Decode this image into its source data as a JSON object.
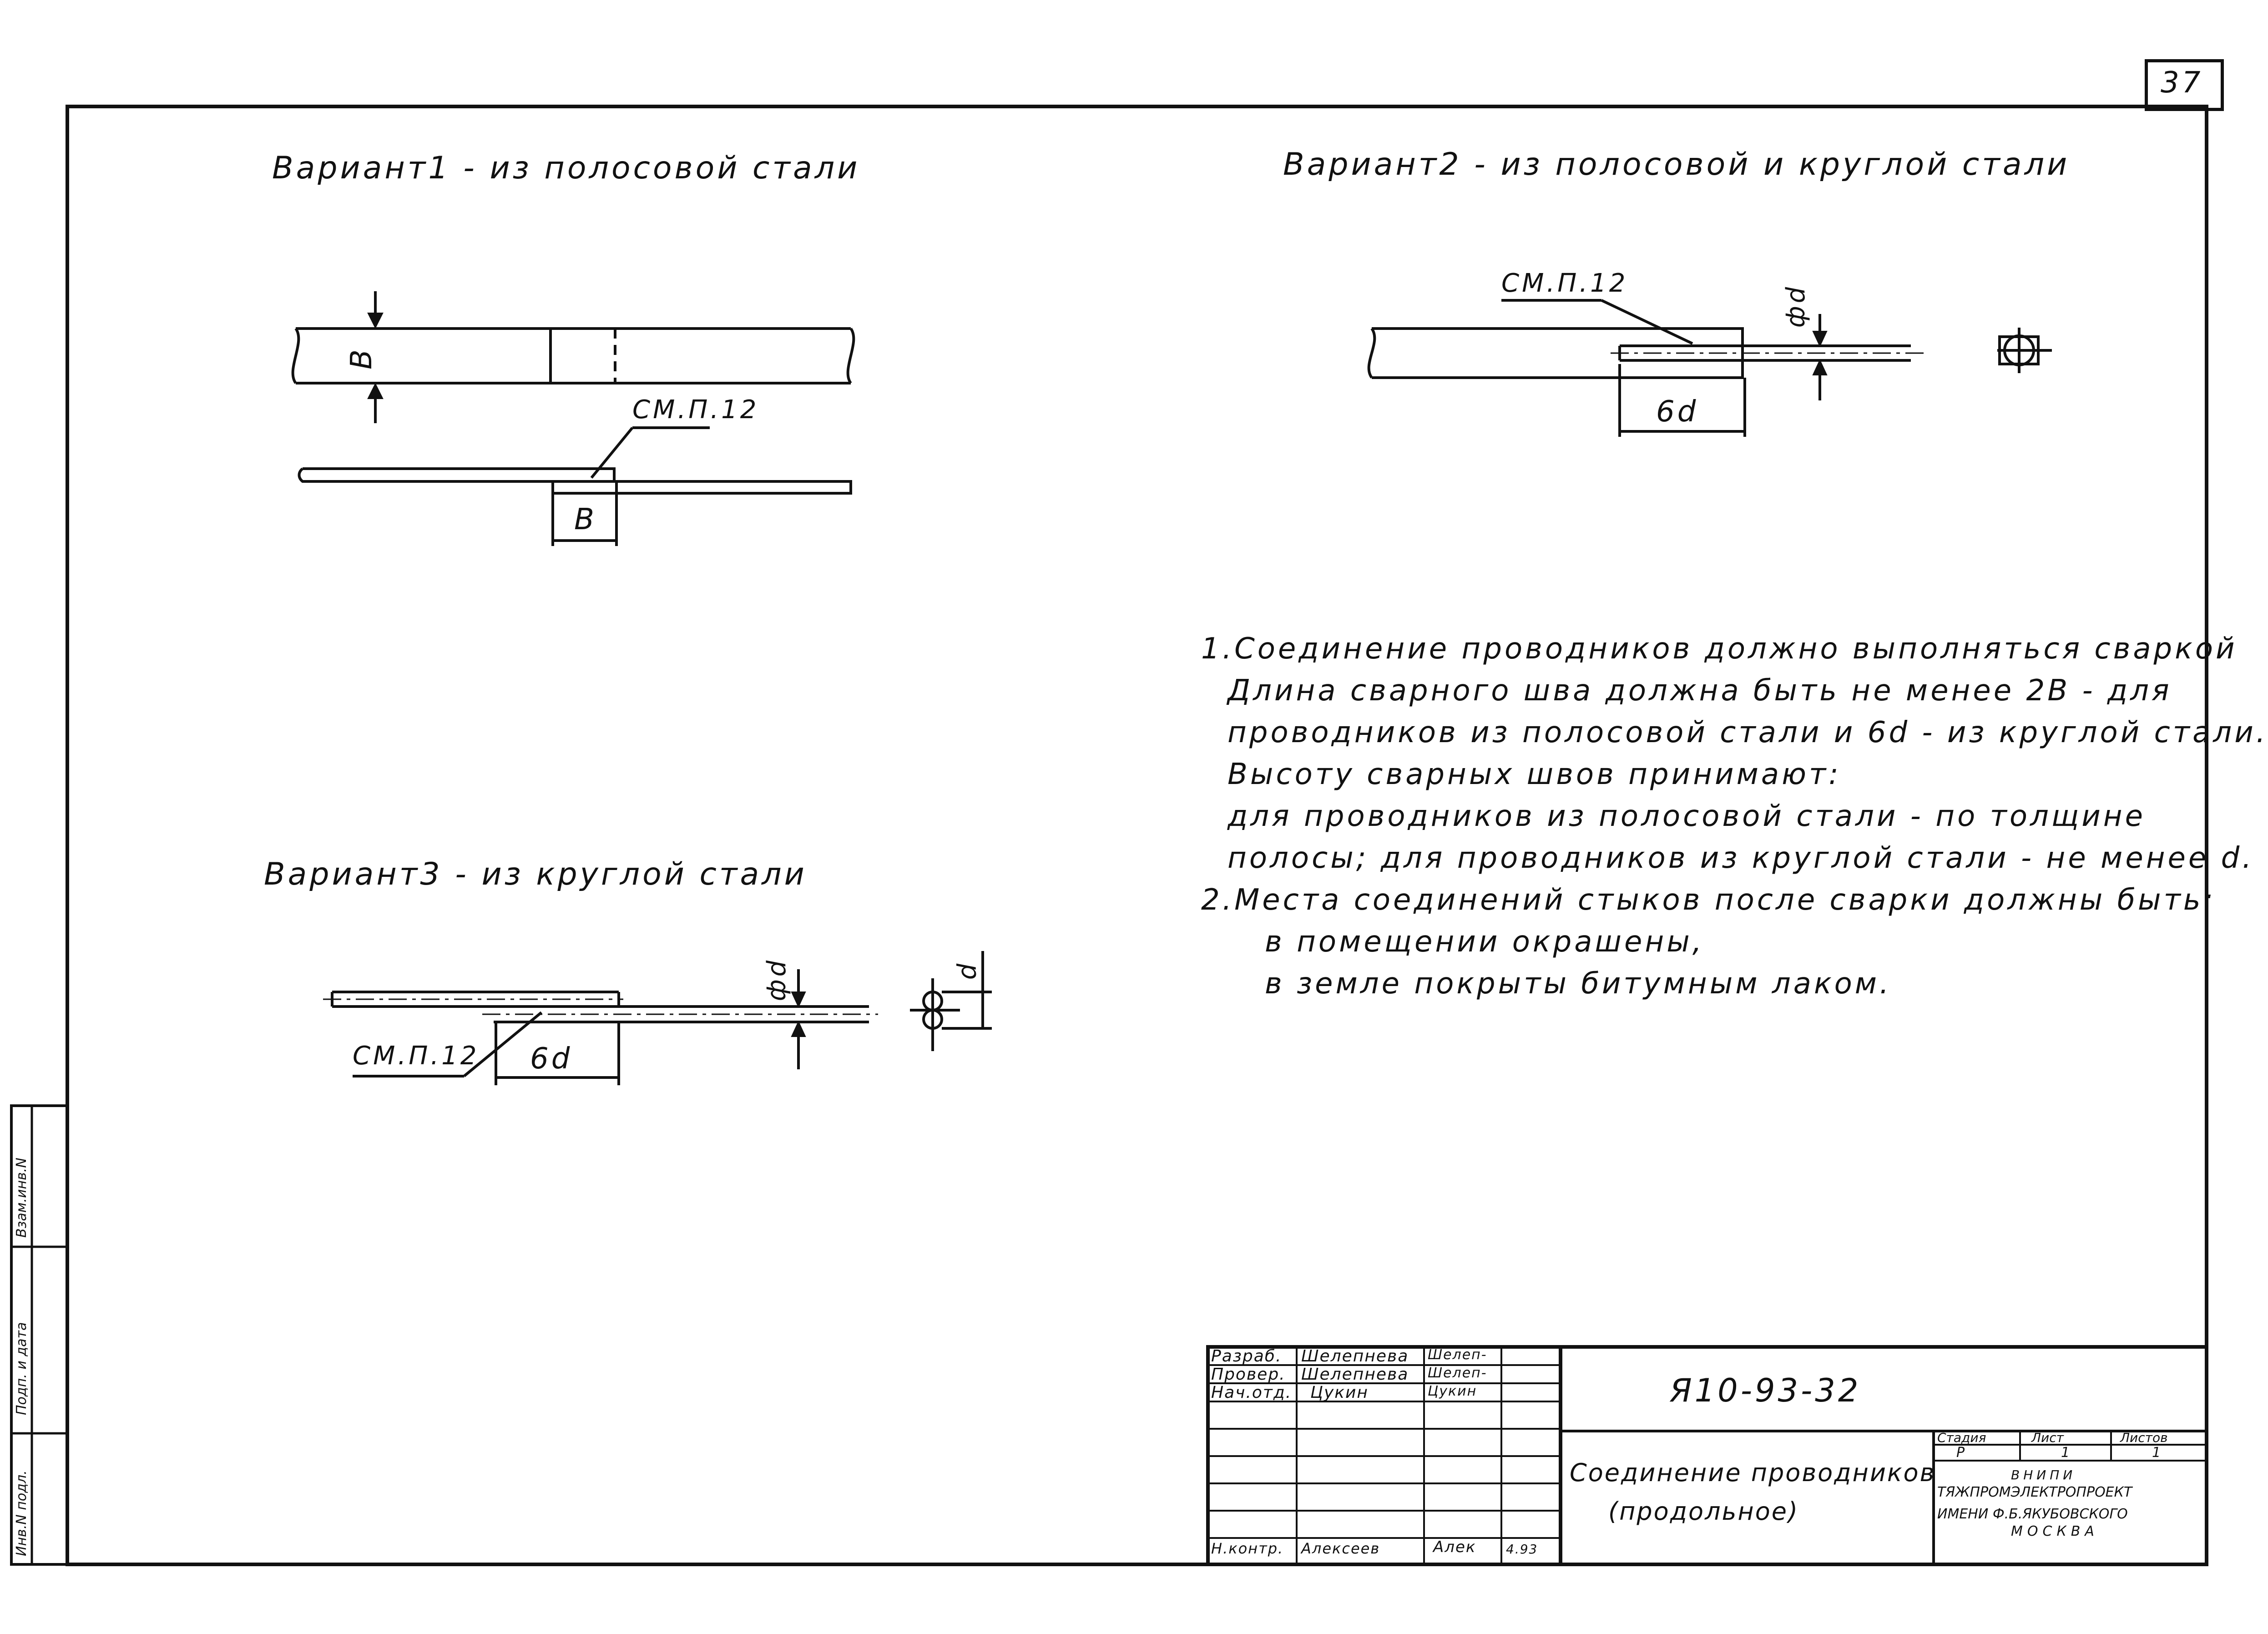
{
  "sheet_number": "37",
  "variant1_title": "Вариант1 - из полосовой стали",
  "variant2_title": "Вариант2 - из полосовой и круглой стали",
  "variant3_title": "Вариант3 - из круглой стали",
  "dims": {
    "v1_width": "В",
    "v1_ref": "СМ.П.12",
    "v1_len": "В",
    "v2_ref": "СМ.П.12",
    "v2_dia": "фd",
    "v2_len": "6d",
    "v3_dia": "фd",
    "v3_ref": "СМ.П.12",
    "v3_len": "6d",
    "v3_d": "d"
  },
  "notes": [
    "1.Соединение проводников должно выполняться сваркой",
    "Длина сварного шва должна быть не менее 2В - для",
    "проводников из полосовой стали и 6d - из круглой стали.",
    "Высоту сварных швов принимают:",
    "для проводников из полосовой стали - по толщине",
    "полосы; для проводников из круглой стали - не менее d.",
    "2.Места соединений стыков после сварки должны быть:",
    "в помещении окрашены,",
    "в земле покрыты битумным лаком."
  ],
  "title_block": {
    "rows": [
      {
        "role": "Разраб.",
        "name": "Шелепнева",
        "sign": "Шелеп-",
        "date": ""
      },
      {
        "role": "Провер.",
        "name": "Шелепнева",
        "sign": "Шелеп-",
        "date": ""
      },
      {
        "role": "Нач.отд.",
        "name": "Цукин",
        "sign": "Цукин",
        "date": ""
      },
      {
        "role": "Н.контр.",
        "name": "Алексеев",
        "sign": "Алек",
        "date": "4.93"
      }
    ],
    "code": "Я10-93-32",
    "title_line1": "Соединение проводников",
    "title_line2": "(продольное)",
    "stage_label": "Стадия",
    "sheet_label": "Лист",
    "sheets_label": "Листов",
    "stage": "Р",
    "sheet": "1",
    "sheets": "1",
    "org_line1": "ВНИПИ",
    "org_line2": "ТЯЖПРОМЭЛЕКТРОПРОЕКТ",
    "org_line3": "ИМЕНИ Ф.Б.ЯКУБОВСКОГО",
    "org_line4": "МОСКВА"
  },
  "side_stamp": {
    "inv_orig": "Инв.N подл.",
    "sign_date": "Подп. и дата",
    "replace_inv": "Взам.инв.N"
  }
}
